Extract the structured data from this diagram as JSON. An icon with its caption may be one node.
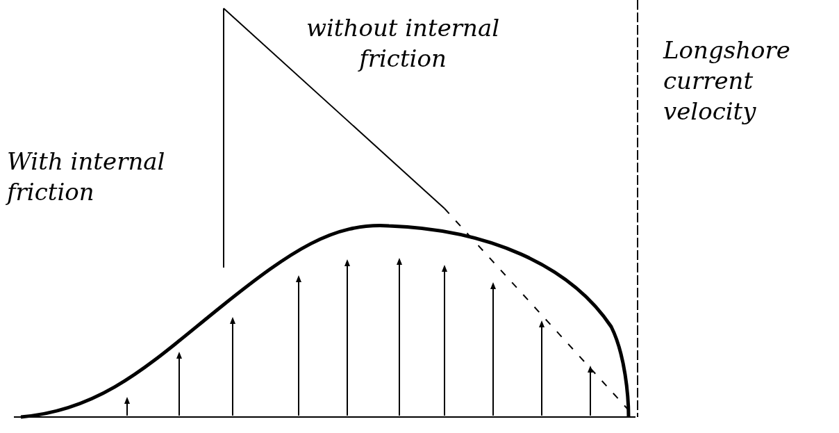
{
  "diagram": {
    "labels": [
      "without internal friction",
      "With internal friction",
      "Longshore current velocity"
    ]
  }
}
